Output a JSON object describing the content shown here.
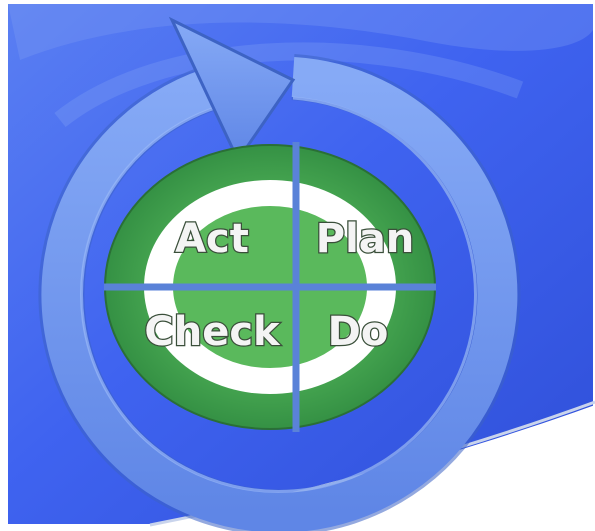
{
  "diagram": {
    "quadrants": [
      {
        "id": "act",
        "label": "Act"
      },
      {
        "id": "plan",
        "label": "Plan"
      },
      {
        "id": "check",
        "label": "Check"
      },
      {
        "id": "do",
        "label": "Do"
      }
    ],
    "colors": {
      "background_blue": "#3f63f0",
      "background_light": "#6f95f4",
      "cycle_arrow": "#6f97ee",
      "cycle_arrow_edge": "#3d63c4",
      "core_green": "#3c9a4c",
      "core_green_light": "#5ebd62",
      "ring_white": "#ffffff"
    },
    "cycle_direction": "clockwise"
  }
}
